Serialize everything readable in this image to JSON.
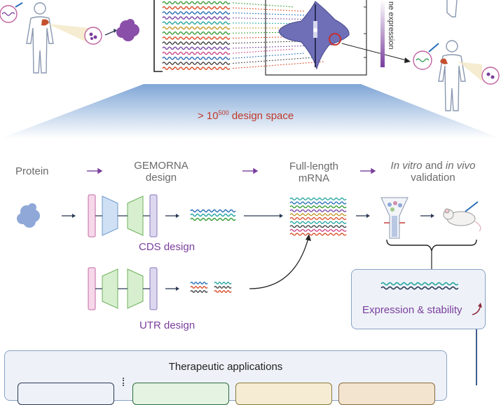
{
  "top": {
    "axis_label": "ne expression",
    "design_space_prefix": "> 10",
    "design_space_exp": "500",
    "design_space_suffix": " design space"
  },
  "pipeline": {
    "step_protein": "Protein",
    "step_gemorna_line1": "GEMORNA",
    "step_gemorna_line2": "design",
    "step_fulllength_line1": "Full-length",
    "step_fulllength_line2": "mRNA",
    "step_validation_line1_a": "In vitro",
    "step_validation_line1_b": " and ",
    "step_validation_line1_c": "in vivo",
    "step_validation_line2": "validation",
    "cds_label": "CDS design",
    "utr_label": "UTR design",
    "expression_label": "Expression & stability"
  },
  "bottom": {
    "title": "Therapeutic applications"
  },
  "colors": {
    "accent_purple": "#7a3e9d",
    "arrow_dark": "#2b3a55",
    "box_border": "#8aa2c6",
    "box_fill": "#eef2f8",
    "wave_colors": [
      "#3a9d3a",
      "#d94f2b",
      "#2a6fb8",
      "#7b4aa8",
      "#25a6a0",
      "#c49a2a",
      "#444444",
      "#d04a8a"
    ]
  },
  "icons": [
    "human-figure-icon",
    "liver-icon",
    "syringe-icon",
    "protein-blob-icon",
    "violin-plot-icon",
    "encoder-decoder-icon",
    "mouse-icon",
    "column-icon",
    "cells-icon"
  ]
}
